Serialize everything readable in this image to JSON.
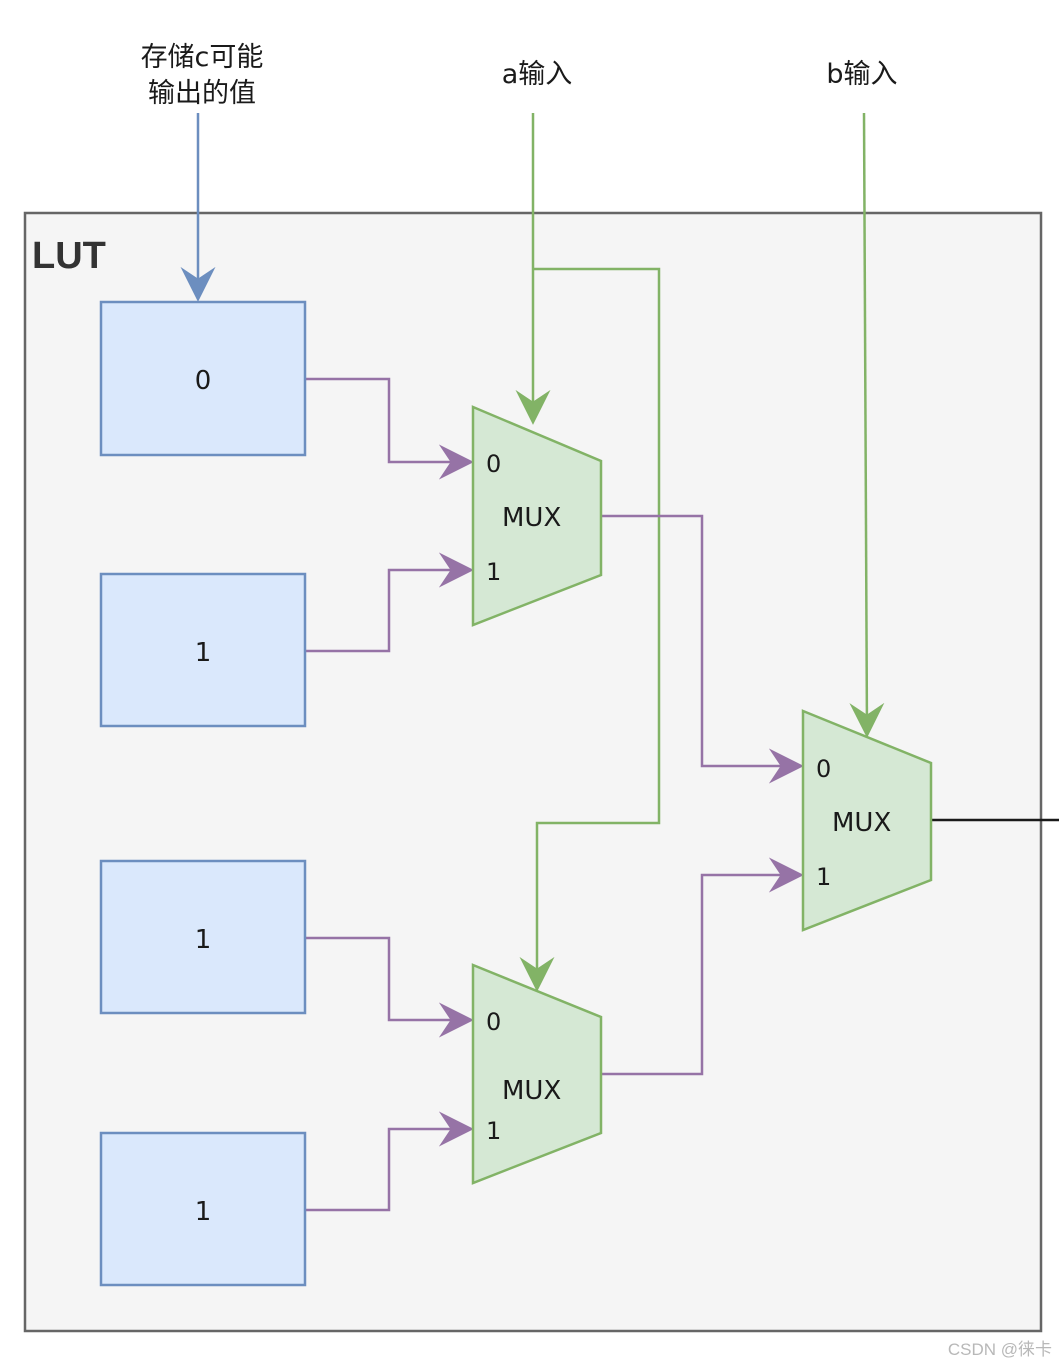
{
  "labels": {
    "c_store_line1": "存储c可能",
    "c_store_line2": "输出的值",
    "a_input": "a输入",
    "b_input": "b输入",
    "lut": "LUT",
    "watermark": "CSDN @徕卡"
  },
  "cells": [
    "0",
    "1",
    "1",
    "1"
  ],
  "muxes": [
    {
      "label": "MUX",
      "port0": "0",
      "port1": "1"
    },
    {
      "label": "MUX",
      "port0": "0",
      "port1": "1"
    },
    {
      "label": "MUX",
      "port0": "0",
      "port1": "1"
    }
  ],
  "colors": {
    "lut_fill": "#f5f5f5",
    "lut_stroke": "#666666",
    "cell_fill": "#dae8fc",
    "cell_stroke": "#6c8ebf",
    "mux_fill": "#d5e8d4",
    "mux_stroke": "#82b366",
    "data_wire": "#9673a6",
    "select_wire": "#82b366",
    "c_wire": "#6c8ebf"
  }
}
